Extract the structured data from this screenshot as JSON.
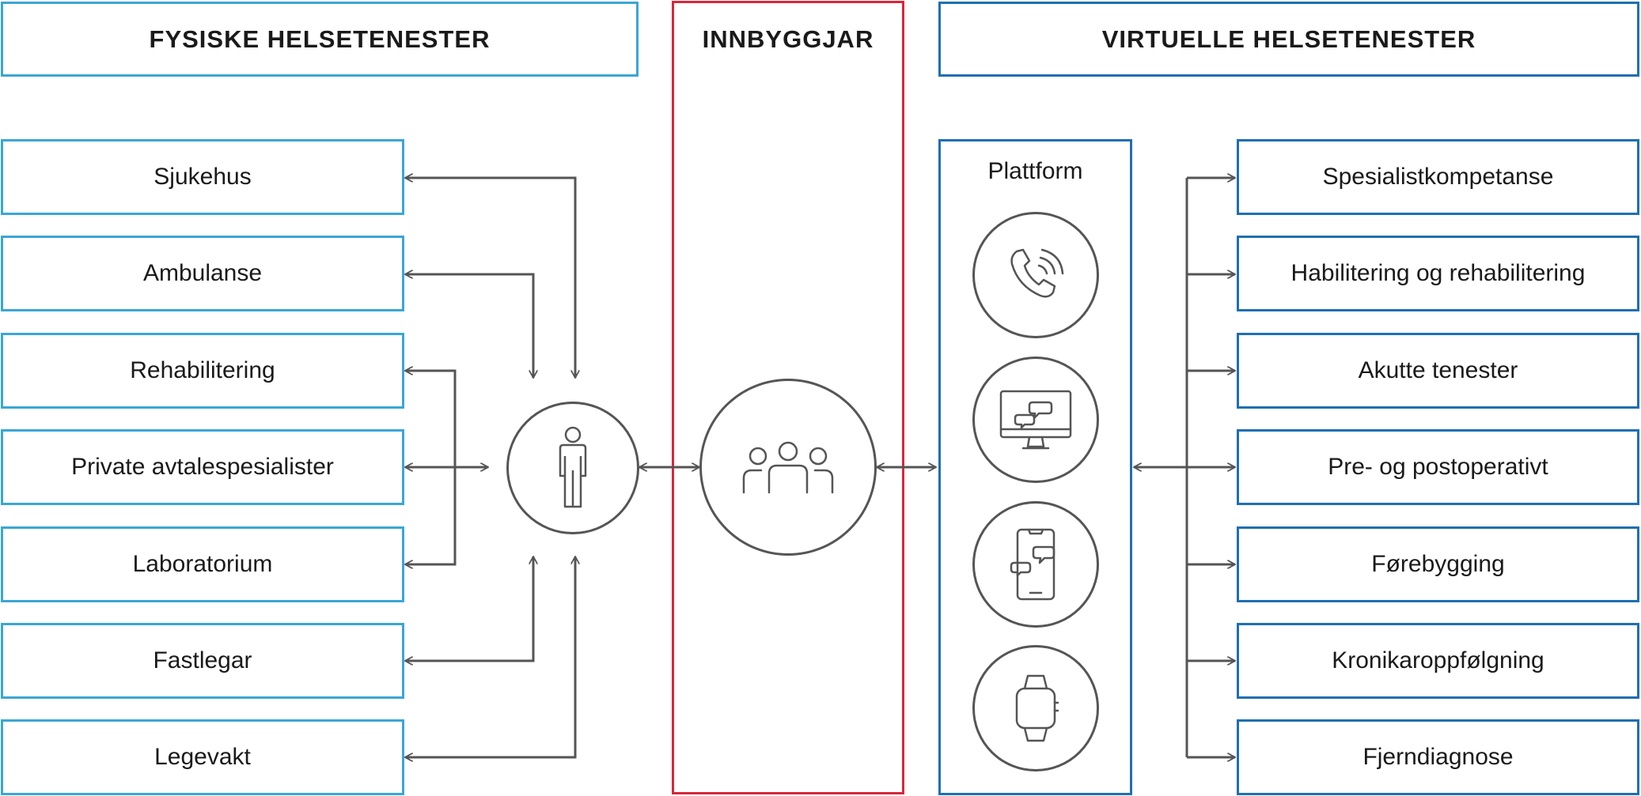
{
  "headers": {
    "physical": "FYSISKE  HELSETENESTER",
    "citizen": "INNBYGGJAR",
    "virtual": "VIRTUELLE  HELSETENESTER"
  },
  "physical_services": [
    "Sjukehus",
    "Ambulanse",
    "Rehabilitering",
    "Private  avtalespesialister",
    "Laboratorium",
    "Fastlegar",
    "Legevakt"
  ],
  "platform": {
    "label": "Plattform",
    "icons": [
      "phone-icon",
      "desktop-chat-icon",
      "mobile-chat-icon",
      "smartwatch-icon"
    ]
  },
  "virtual_services": [
    "Spesialistkompetanse",
    "Habilitering  og  rehabilitering",
    "Akutte  tenester",
    "Pre-  og  postoperativt",
    "Førebygging",
    "Kronikaroppfølgning",
    "Fjerndiagnose"
  ],
  "colors": {
    "physical_border": "#3aa6d5",
    "virtual_border": "#1f6fb2",
    "citizen_border": "#d9263a",
    "line": "#555555"
  }
}
